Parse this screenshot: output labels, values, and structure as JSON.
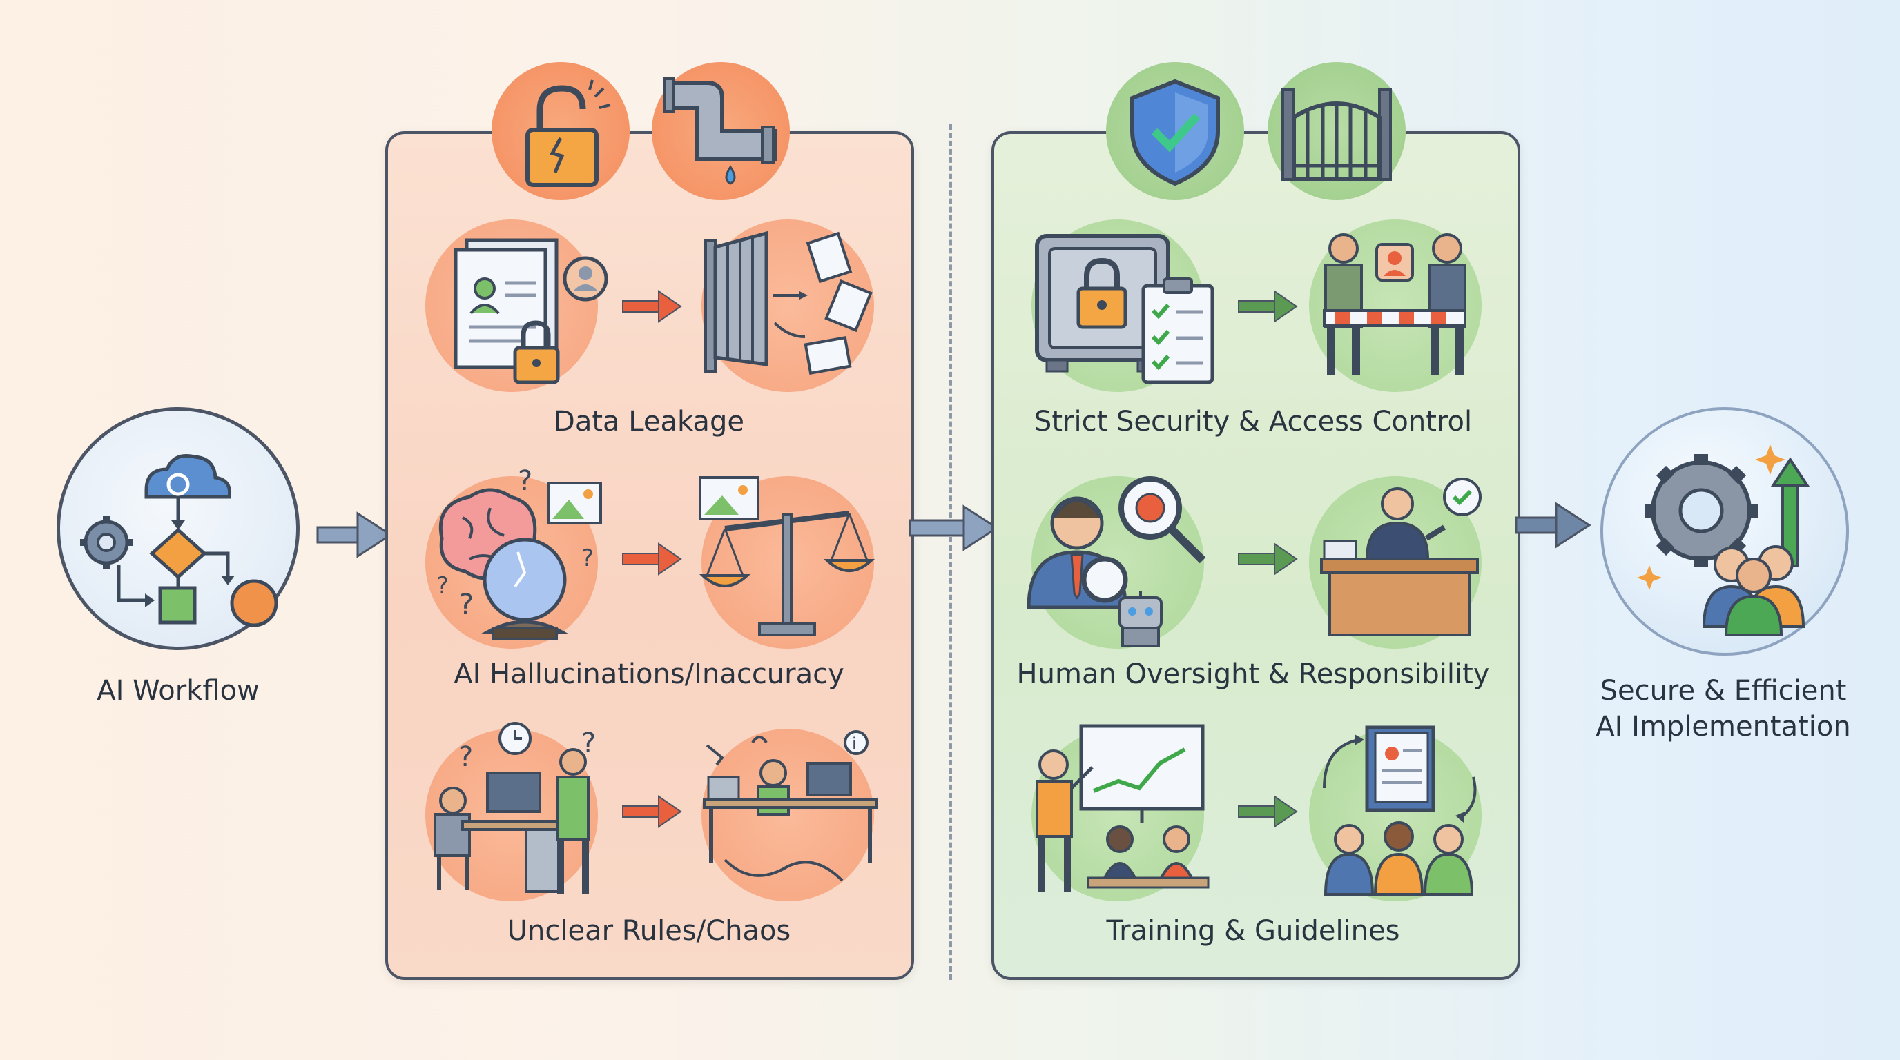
{
  "colors": {
    "risk_panel": "#f9d4c2",
    "solution_panel": "#d9ebcd",
    "risk_arrow": "#e8603e",
    "solution_arrow": "#5a9a52",
    "flow_arrow": "#6f87a6",
    "outline": "#4c5566",
    "text": "#2a3340"
  },
  "start": {
    "label": "AI Workflow",
    "icon": "workflow-diagram-icon"
  },
  "risks": {
    "header_icons": [
      "broken-lock-icon",
      "leaking-pipe-icon"
    ],
    "items": [
      {
        "label": "Data Leakage",
        "left_icon": "locked-documents-icon",
        "right_icon": "open-gate-flying-papers-icon"
      },
      {
        "label": "AI Hallucinations/Inaccuracy",
        "left_icon": "brain-crystal-ball-icon",
        "right_icon": "unbalanced-scale-icon"
      },
      {
        "label": "Unclear Rules/Chaos",
        "left_icon": "confused-office-workers-icon",
        "right_icon": "messy-desk-icon"
      }
    ]
  },
  "solutions": {
    "header_icons": [
      "shield-check-icon",
      "closed-gate-icon"
    ],
    "items": [
      {
        "label": "Strict Security & Access Control",
        "left_icon": "safe-checklist-icon",
        "right_icon": "access-barrier-guards-icon"
      },
      {
        "label": "Human Oversight & Responsibility",
        "left_icon": "inspector-robot-icon",
        "right_icon": "speaker-podium-icon"
      },
      {
        "label": "Training & Guidelines",
        "left_icon": "presentation-training-icon",
        "right_icon": "team-guidebook-icon"
      }
    ]
  },
  "outcome": {
    "label_line1": "Secure & Efficient",
    "label_line2": "AI Implementation",
    "icon": "gear-growth-team-icon"
  }
}
